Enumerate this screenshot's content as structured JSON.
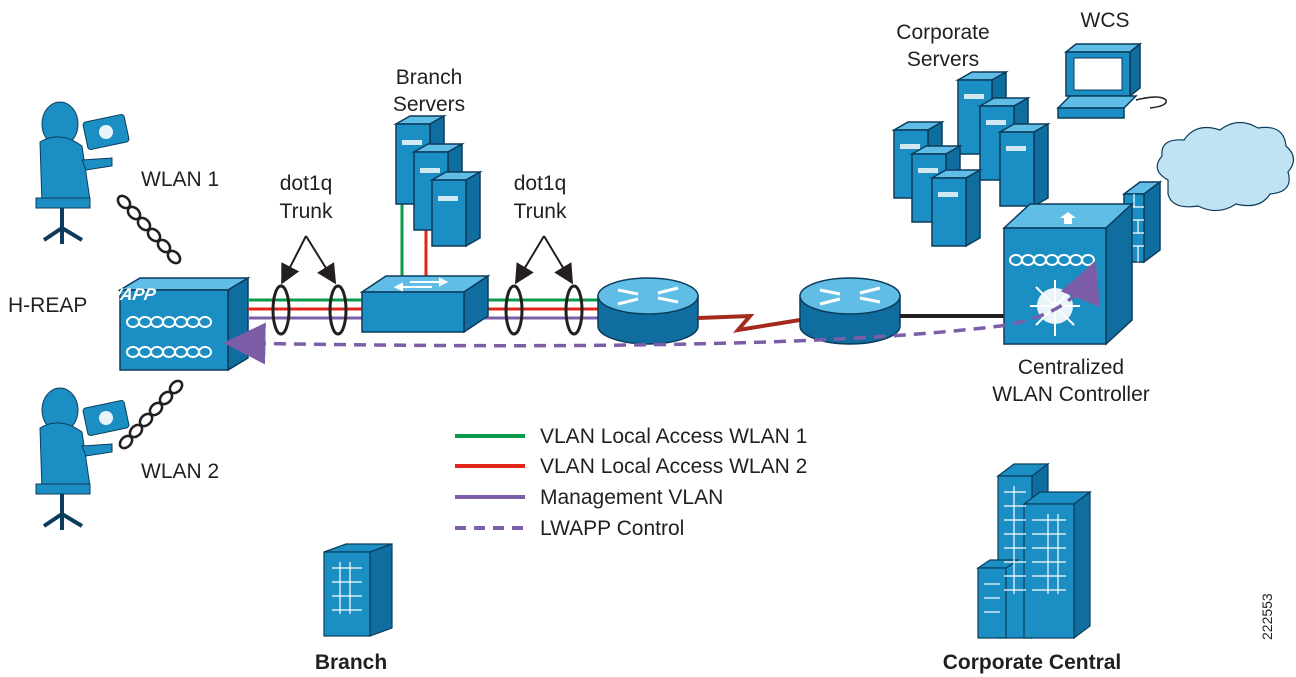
{
  "labels": {
    "wlan1": "WLAN 1",
    "wlan2": "WLAN 2",
    "hreap": "H-REAP",
    "lwapp_badge": "LWAPP",
    "trunk1_line1": "dot1q",
    "trunk1_line2": "Trunk",
    "trunk2_line1": "dot1q",
    "trunk2_line2": "Trunk",
    "branch_servers_line1": "Branch",
    "branch_servers_line2": "Servers",
    "corporate_servers_line1": "Corporate",
    "corporate_servers_line2": "Servers",
    "wcs": "WCS",
    "controller_line1": "Centralized",
    "controller_line2": "WLAN Controller",
    "branch": "Branch",
    "corporate_central": "Corporate Central",
    "figure_id": "222553"
  },
  "legend": [
    {
      "label": "VLAN Local Access WLAN 1",
      "color": "#0a9a4a",
      "style": "solid"
    },
    {
      "label": "VLAN Local Access WLAN 2",
      "color": "#e1251b",
      "style": "solid"
    },
    {
      "label": "Management VLAN",
      "color": "#7b5ea7",
      "style": "solid"
    },
    {
      "label": "LWAPP Control",
      "color": "#7b5ea7",
      "style": "dashed"
    }
  ],
  "colors": {
    "device": "#1b8fc4",
    "wan_link": "#a52a1e",
    "wired_link": "#231f20",
    "cloud": "#bfe3f3"
  }
}
